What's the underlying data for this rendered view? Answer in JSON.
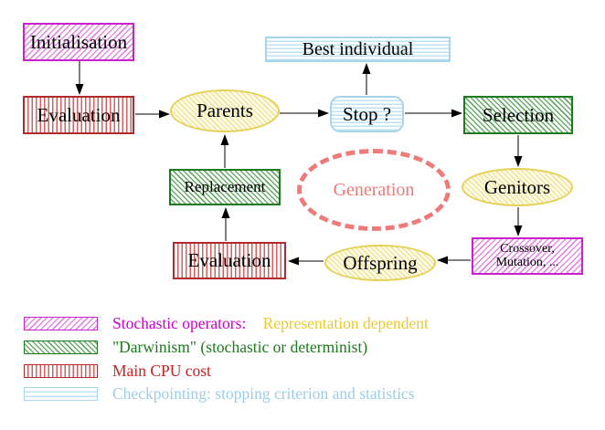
{
  "nodes": {
    "initialisation": {
      "label": "Initialisation"
    },
    "evaluation_top": {
      "label": "Evaluation"
    },
    "best_individual": {
      "label": "Best individual"
    },
    "parents": {
      "label": "Parents"
    },
    "stop": {
      "label": "Stop ?"
    },
    "selection": {
      "label": "Selection"
    },
    "replacement": {
      "label": "Replacement"
    },
    "generation": {
      "label": "Generation"
    },
    "genitors": {
      "label": "Genitors"
    },
    "evaluation_bottom": {
      "label": "Evaluation"
    },
    "offspring": {
      "label": "Offspring"
    },
    "crossover": {
      "line1": "Crossover,",
      "line2": "Mutation, ..."
    }
  },
  "edges": [
    {
      "from": "initialisation",
      "to": "evaluation_top"
    },
    {
      "from": "evaluation_top",
      "to": "parents"
    },
    {
      "from": "parents",
      "to": "stop"
    },
    {
      "from": "stop",
      "to": "best_individual"
    },
    {
      "from": "stop",
      "to": "selection"
    },
    {
      "from": "selection",
      "to": "genitors"
    },
    {
      "from": "genitors",
      "to": "crossover"
    },
    {
      "from": "crossover",
      "to": "offspring"
    },
    {
      "from": "offspring",
      "to": "evaluation_bottom"
    },
    {
      "from": "evaluation_bottom",
      "to": "replacement"
    },
    {
      "from": "replacement",
      "to": "parents"
    }
  ],
  "legend": {
    "rows": [
      {
        "swatch": "magenta-hatch",
        "text1": "Stochastic operators:",
        "text2": "Representation dependent"
      },
      {
        "swatch": "green-hatch",
        "text": "\"Darwinism\" (stochastic or determinist)"
      },
      {
        "swatch": "red-stripes",
        "text": "Main CPU cost"
      },
      {
        "swatch": "cyan-stripes",
        "text": "Checkpointing: stopping criterion and statistics"
      }
    ]
  },
  "colors": {
    "magenta": "#cc00cc",
    "magenta_hatch": "#e38ae3",
    "green": "#1e7a1e",
    "green_hatch": "#6aab6a",
    "red_border": "#b02c2c",
    "red_stripe": "#d66060",
    "red_text": "#cc1f1f",
    "cyan_border": "#a5d6ea",
    "cyan_stripe": "#bde2f1",
    "cyan_text": "#9ecde8",
    "yellow_border": "#e5d058",
    "yellow_hatch": "#f2e492",
    "yellow_text": "#edca2d",
    "salmon": "#ee7a7a",
    "arrow": "#000000"
  }
}
